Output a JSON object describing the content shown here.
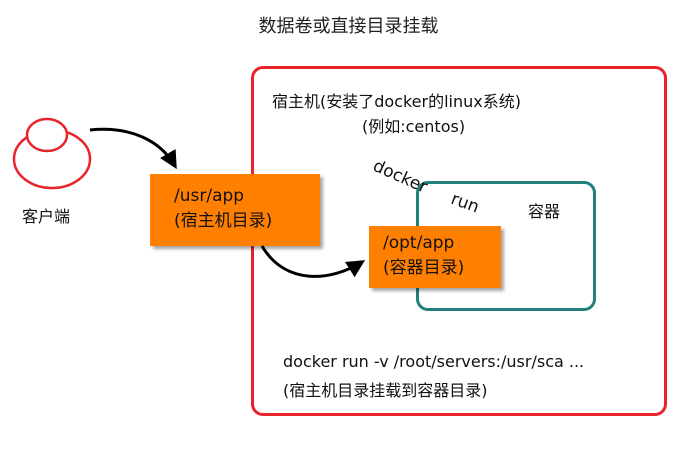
{
  "title": "数据卷或直接目录挂载",
  "client": {
    "label": "客户端"
  },
  "host": {
    "label": "宿主机(安装了docker的linux系统)",
    "example": "(例如:centos)",
    "dir_path": "/usr/app",
    "dir_label": "(宿主机目录)"
  },
  "docker_run": {
    "word1": "docker",
    "word2": "run"
  },
  "container": {
    "label": "容器",
    "dir_path": "/opt/app",
    "dir_label": "(容器目录)"
  },
  "command": {
    "line": "docker run -v /root/servers:/usr/sca ...",
    "note": "(宿主机目录挂载到容器目录)"
  },
  "colors": {
    "host_border": "#e8232a",
    "container_border": "#237f7c",
    "directory_box": "#ff8000",
    "client_icon": "#e8232a"
  }
}
